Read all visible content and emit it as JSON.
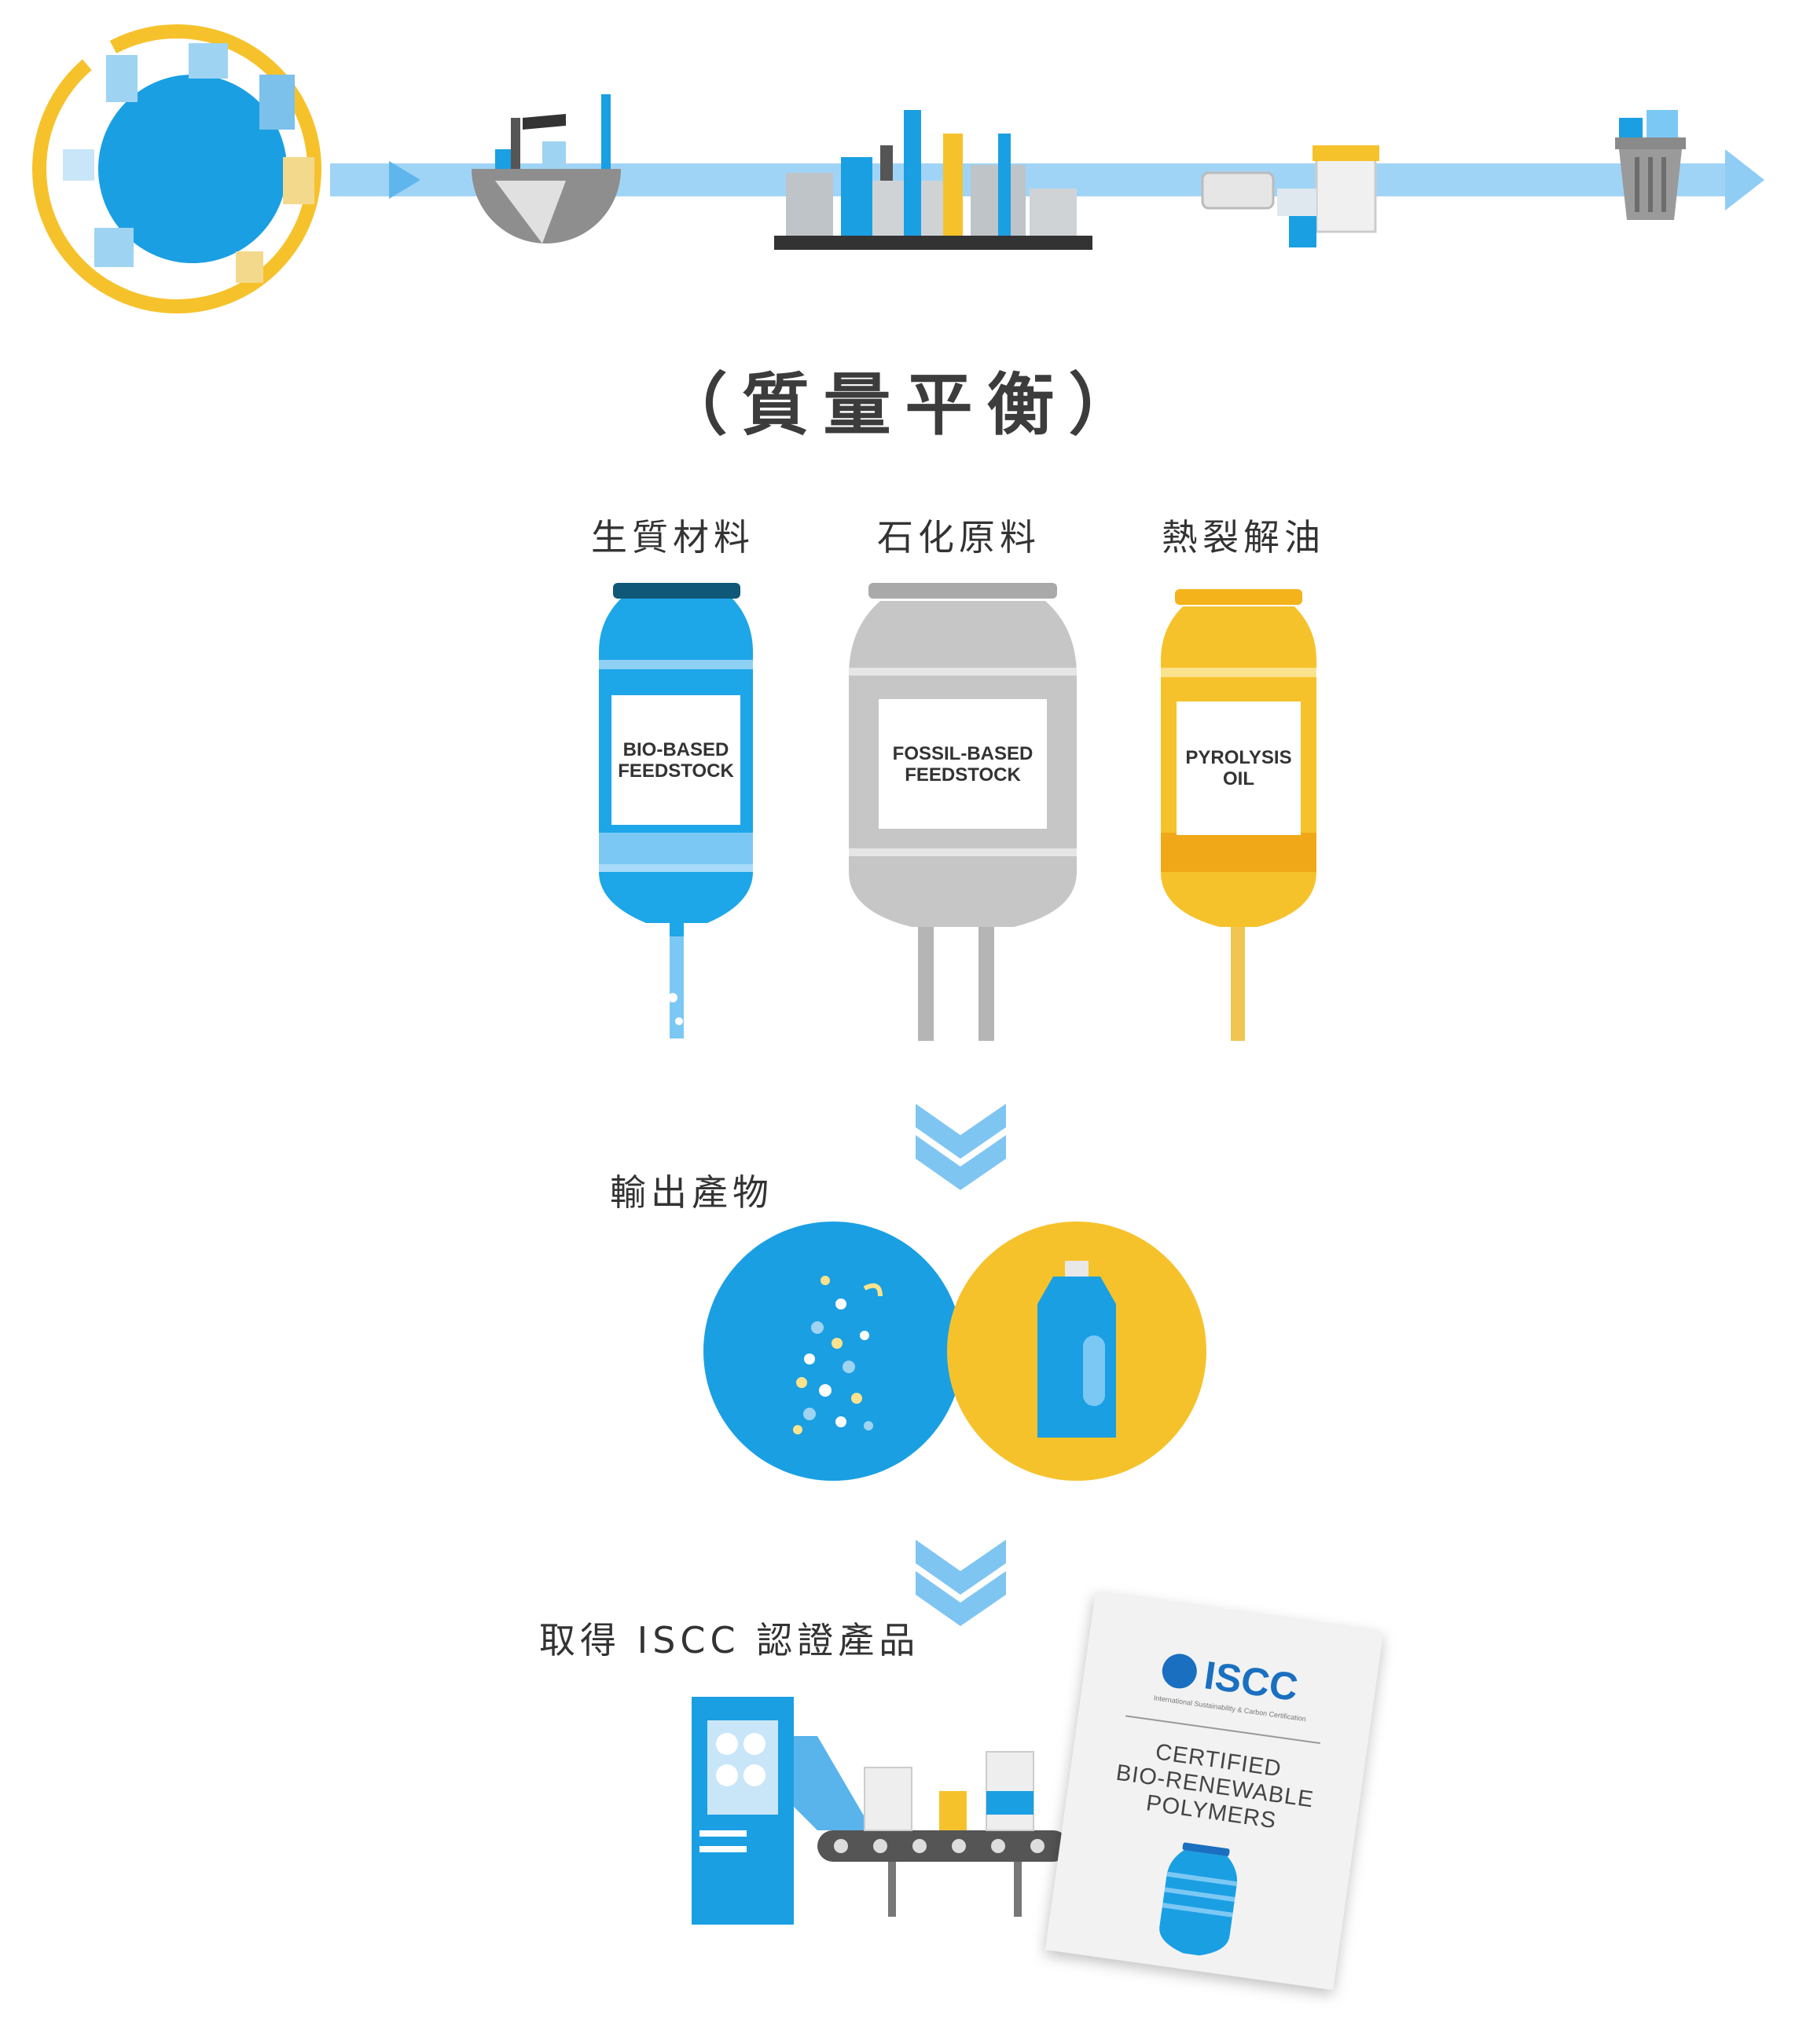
{
  "title": "（質量平衡）",
  "feedstocks": [
    {
      "label": "生質材料",
      "tank_text": "BIO-BASED\nFEEDSTOCK",
      "color": "#1da6e8"
    },
    {
      "label": "石化原料",
      "tank_text": "FOSSIL-BASED\nFEEDSTOCK",
      "color": "#c6c6c6"
    },
    {
      "label": "熱裂解油",
      "tank_text": "PYROLYSIS\nOIL",
      "color": "#f4b31a"
    }
  ],
  "output_label": "輸出產物",
  "certified_label": "取得 ISCC 認證產品",
  "certificate": {
    "logo_text": "ISCC",
    "logo_subtext": "International Sustainability & Carbon Certification",
    "body_text": "CERTIFIED\nBIO-RENEWABLE\nPOLYMERS"
  },
  "colors": {
    "blue": "#1aa0e6",
    "light_blue": "#7cc8f4",
    "yellow": "#f6c22c",
    "gray": "#c6c6c6",
    "arrow": "#7fc5f2"
  }
}
